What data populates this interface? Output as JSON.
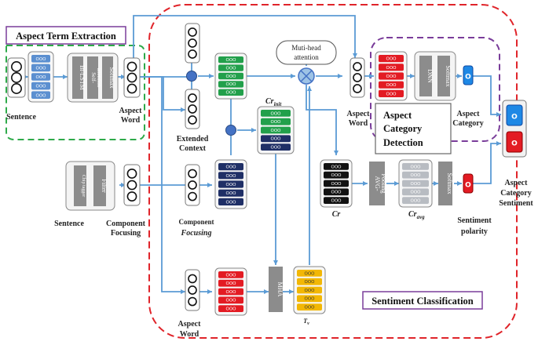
{
  "regions": {
    "aspect_term_extraction": "Aspect Term Extraction",
    "aspect_category_detection_1": "Aspect",
    "aspect_category_detection_2": "Category",
    "aspect_category_detection_3": "Detection",
    "sentiment_classification": "Sentiment Classification"
  },
  "labels": {
    "sentence_top": "Sentence",
    "aspect_word_top_1": "Aspect",
    "aspect_word_top_2": "Word",
    "extended_context_1": "Extended",
    "extended_context_2": "Context",
    "cr_init": "Cr",
    "cr_init_sub": "init",
    "multihead_1": "Muti-head",
    "multihead_2": "attention",
    "aspect_word_mid_1": "Aspect",
    "aspect_word_mid_2": "Word",
    "aspect_category_1": "Aspect",
    "aspect_category_2": "Category",
    "sentence_mid": "Sentence",
    "component_focusing_1": "Component",
    "component_focusing_2": "Focusing",
    "component_focusing_b1": "Component",
    "component_focusing_b2": "Focusing",
    "cr": "Cr",
    "cr_avg": "Cr",
    "cr_avg_sub": "avg",
    "sentiment_polarity_1": "Sentiment",
    "sentiment_polarity_2": "polarity",
    "acs_1": "Aspect",
    "acs_2": "Category",
    "acs_3": "Sentiment",
    "aspect_word_bottom_1": "Aspect",
    "aspect_word_bottom_2": "Word",
    "tv": "T",
    "tv_sub": "v"
  },
  "blocks": {
    "bilstm": "Bi-LSTM",
    "self_attention_1": "Self-",
    "self_attention_2": "attention",
    "softmax_top": "Softmax",
    "chip_tagger": "Chip tagger",
    "filter": "Filter",
    "dnn": "DNN",
    "softmax_detect": "Softmax",
    "avg_pooling_1": "AVG-",
    "avg_pooling_2": "Pooling",
    "softmax_sent": "Softmax",
    "mha": "MHA"
  },
  "symbols": {
    "cell": "OOO",
    "token": "O"
  },
  "colors": {
    "green_dash": "#2eaa4a",
    "red_dash": "#e0242a",
    "purple_dash": "#7a3d9a",
    "arrow": "#5b9bd5",
    "cell_blue": "#5b8fd0",
    "cell_green": "#22a04b",
    "cell_navy": "#1f2f66",
    "cell_red": "#e31b23",
    "cell_black": "#111111",
    "cell_gray": "#b8bcc2",
    "cell_yellow": "#f2b705",
    "block_gray": "#8c8c8c"
  }
}
